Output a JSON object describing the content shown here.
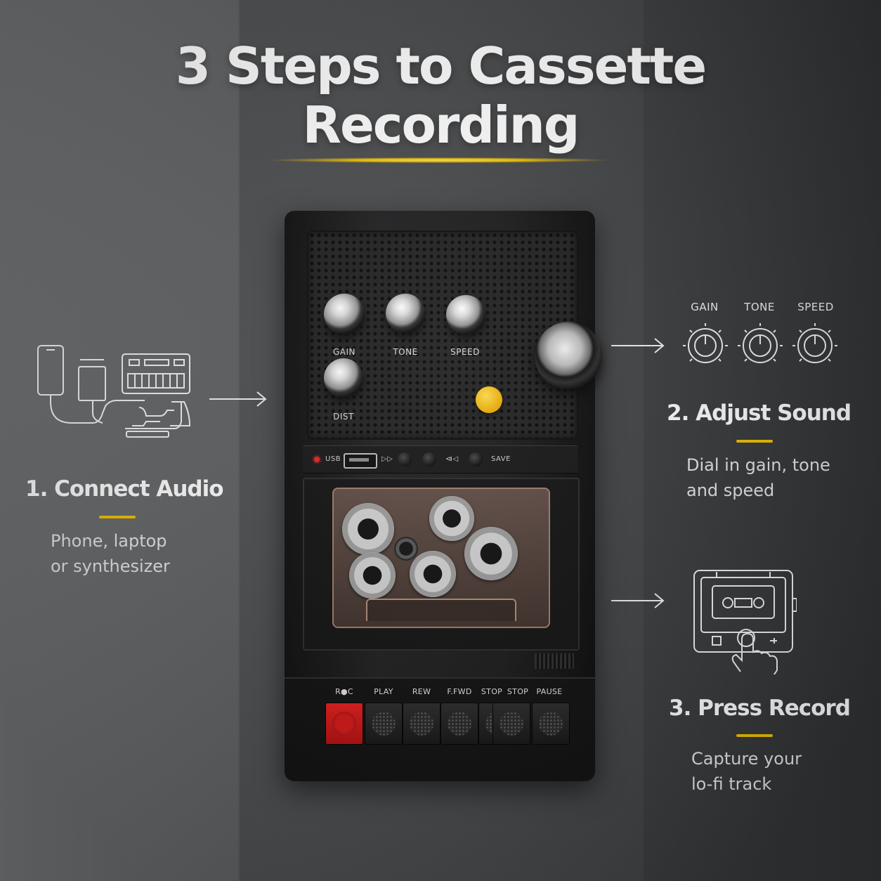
{
  "title": {
    "line1": "3 Steps to Cassette",
    "line2": "Recording"
  },
  "accent_color": "#f2c200",
  "steps": [
    {
      "heading": "1. Connect Audio",
      "desc_lines": [
        "Phone, laptop",
        "or synthesizer"
      ],
      "icon": "devices-connect-icon"
    },
    {
      "heading": "2. Adjust Sound",
      "desc_lines": [
        "Dial in gain, tone",
        "and speed"
      ],
      "icon": "knobs-icon",
      "knob_labels": [
        "GAIN",
        "TONE",
        "SPEED"
      ]
    },
    {
      "heading": "3. Press Record",
      "desc_lines": [
        "Capture your",
        "lo-fi track"
      ],
      "icon": "press-record-hand-icon"
    }
  ],
  "device": {
    "knob_labels": [
      "GAIN",
      "TONE",
      "SPEED",
      "DIST"
    ],
    "strip": {
      "usb": "USB",
      "save": "SAVE"
    },
    "transport_labels": [
      "R●C",
      "PLAY",
      "REW",
      "F.FWD",
      "STOP",
      "STOP",
      "PAUSE"
    ]
  }
}
